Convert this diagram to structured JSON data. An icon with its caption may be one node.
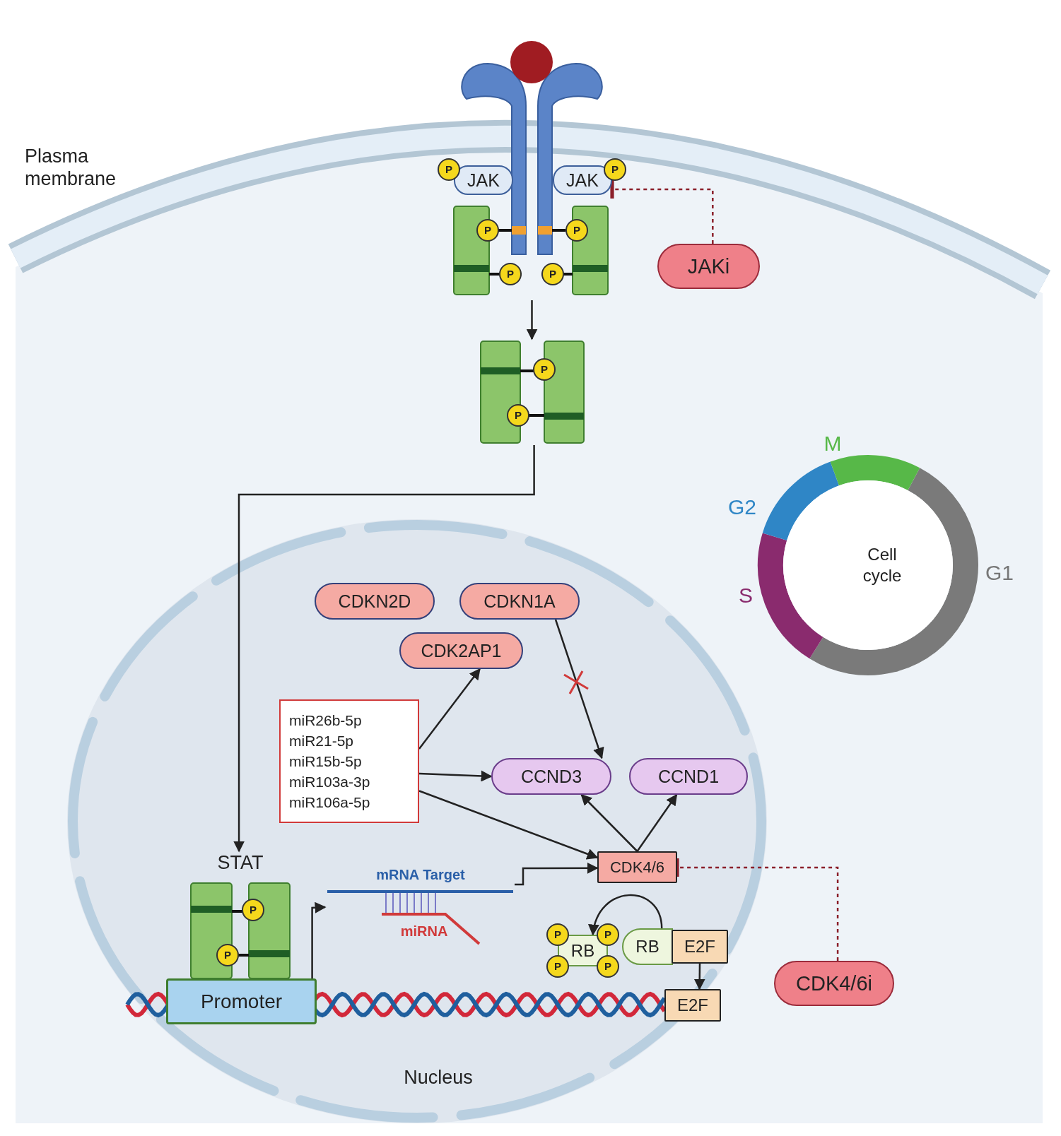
{
  "diagram": {
    "nodes": [
      {
        "text": [],
        "shape": "picture"
      },
      {
        "text": [
          "JAK"
        ],
        "in": 0
      },
      {
        "text": [
          "JAK"
        ],
        "in": 0
      },
      {
        "text": [
          "JAKi"
        ]
      },
      {
        "text": [],
        "shape": "picture"
      },
      {
        "text": [
          "Nucleus"
        ]
      },
      {
        "text": [
          "CDKN2D"
        ],
        "in": 5
      },
      {
        "text": [
          "CDKN1A"
        ],
        "in": 5
      },
      {
        "text": [
          "CDK2AP1"
        ],
        "in": 5
      },
      {
        "text": [
          "miR26b-5p",
          "miR21-5p",
          "miR15b-5p",
          "miR103a-3p",
          "miR106a-5p"
        ],
        "in": 5
      },
      {
        "text": [
          "CCND3"
        ],
        "in": 5
      },
      {
        "text": [
          "CCND1"
        ],
        "in": 5
      },
      {
        "text": [
          "STAT"
        ],
        "in": 5
      },
      {
        "text": [
          "Promoter"
        ],
        "in": 5
      },
      {
        "text": [
          "mRNA Target",
          "miRNA"
        ],
        "in": 5
      },
      {
        "text": [
          "CDK4/6"
        ],
        "in": 5
      },
      {
        "text": [
          "RB"
        ],
        "in": 5
      },
      {
        "text": [
          "RB"
        ],
        "in": 5
      },
      {
        "text": [
          "E2F"
        ],
        "in": 5
      },
      {
        "text": [
          "E2F"
        ],
        "in": 5
      },
      {
        "text": [
          "CDK4/6i"
        ]
      },
      {
        "text": [
          "Cell cycle"
        ],
        "beside": [
          "M",
          "G2",
          "S",
          "G1"
        ]
      }
    ],
    "edges": [
      {
        "from": 0,
        "to": 4,
        "arrow": "to"
      },
      {
        "from": 3,
        "to": 2,
        "arrow": "other",
        "style": "dashed",
        "color": "#8b1f2a"
      },
      {
        "from": 4,
        "to": 12,
        "arrow": "to"
      },
      {
        "from": 9,
        "to": 8,
        "arrow": "to"
      },
      {
        "from": 9,
        "to": 10,
        "arrow": "to"
      },
      {
        "from": 9,
        "to": 15,
        "arrow": "to"
      },
      {
        "from": 7,
        "to": 10,
        "arrow": "to"
      },
      {
        "from": 15,
        "to": 10,
        "arrow": "to"
      },
      {
        "from": 15,
        "to": 11,
        "arrow": "to"
      },
      {
        "from": 13,
        "to": 14,
        "arrow": "to"
      },
      {
        "from": 14,
        "to": 15,
        "arrow": "to"
      },
      {
        "from": 17,
        "to": 16,
        "arrow": "to"
      },
      {
        "from": 18,
        "to": 19,
        "arrow": "to"
      },
      {
        "from": 20,
        "to": 15,
        "arrow": "other",
        "style": "dashed",
        "color": "#8b1f2a"
      }
    ],
    "labels": [
      "Plasma membrane",
      "P",
      "P",
      "P",
      "P",
      "P",
      "P",
      "P",
      "P",
      "P",
      "P",
      "P",
      "P",
      "P",
      "P"
    ]
  }
}
